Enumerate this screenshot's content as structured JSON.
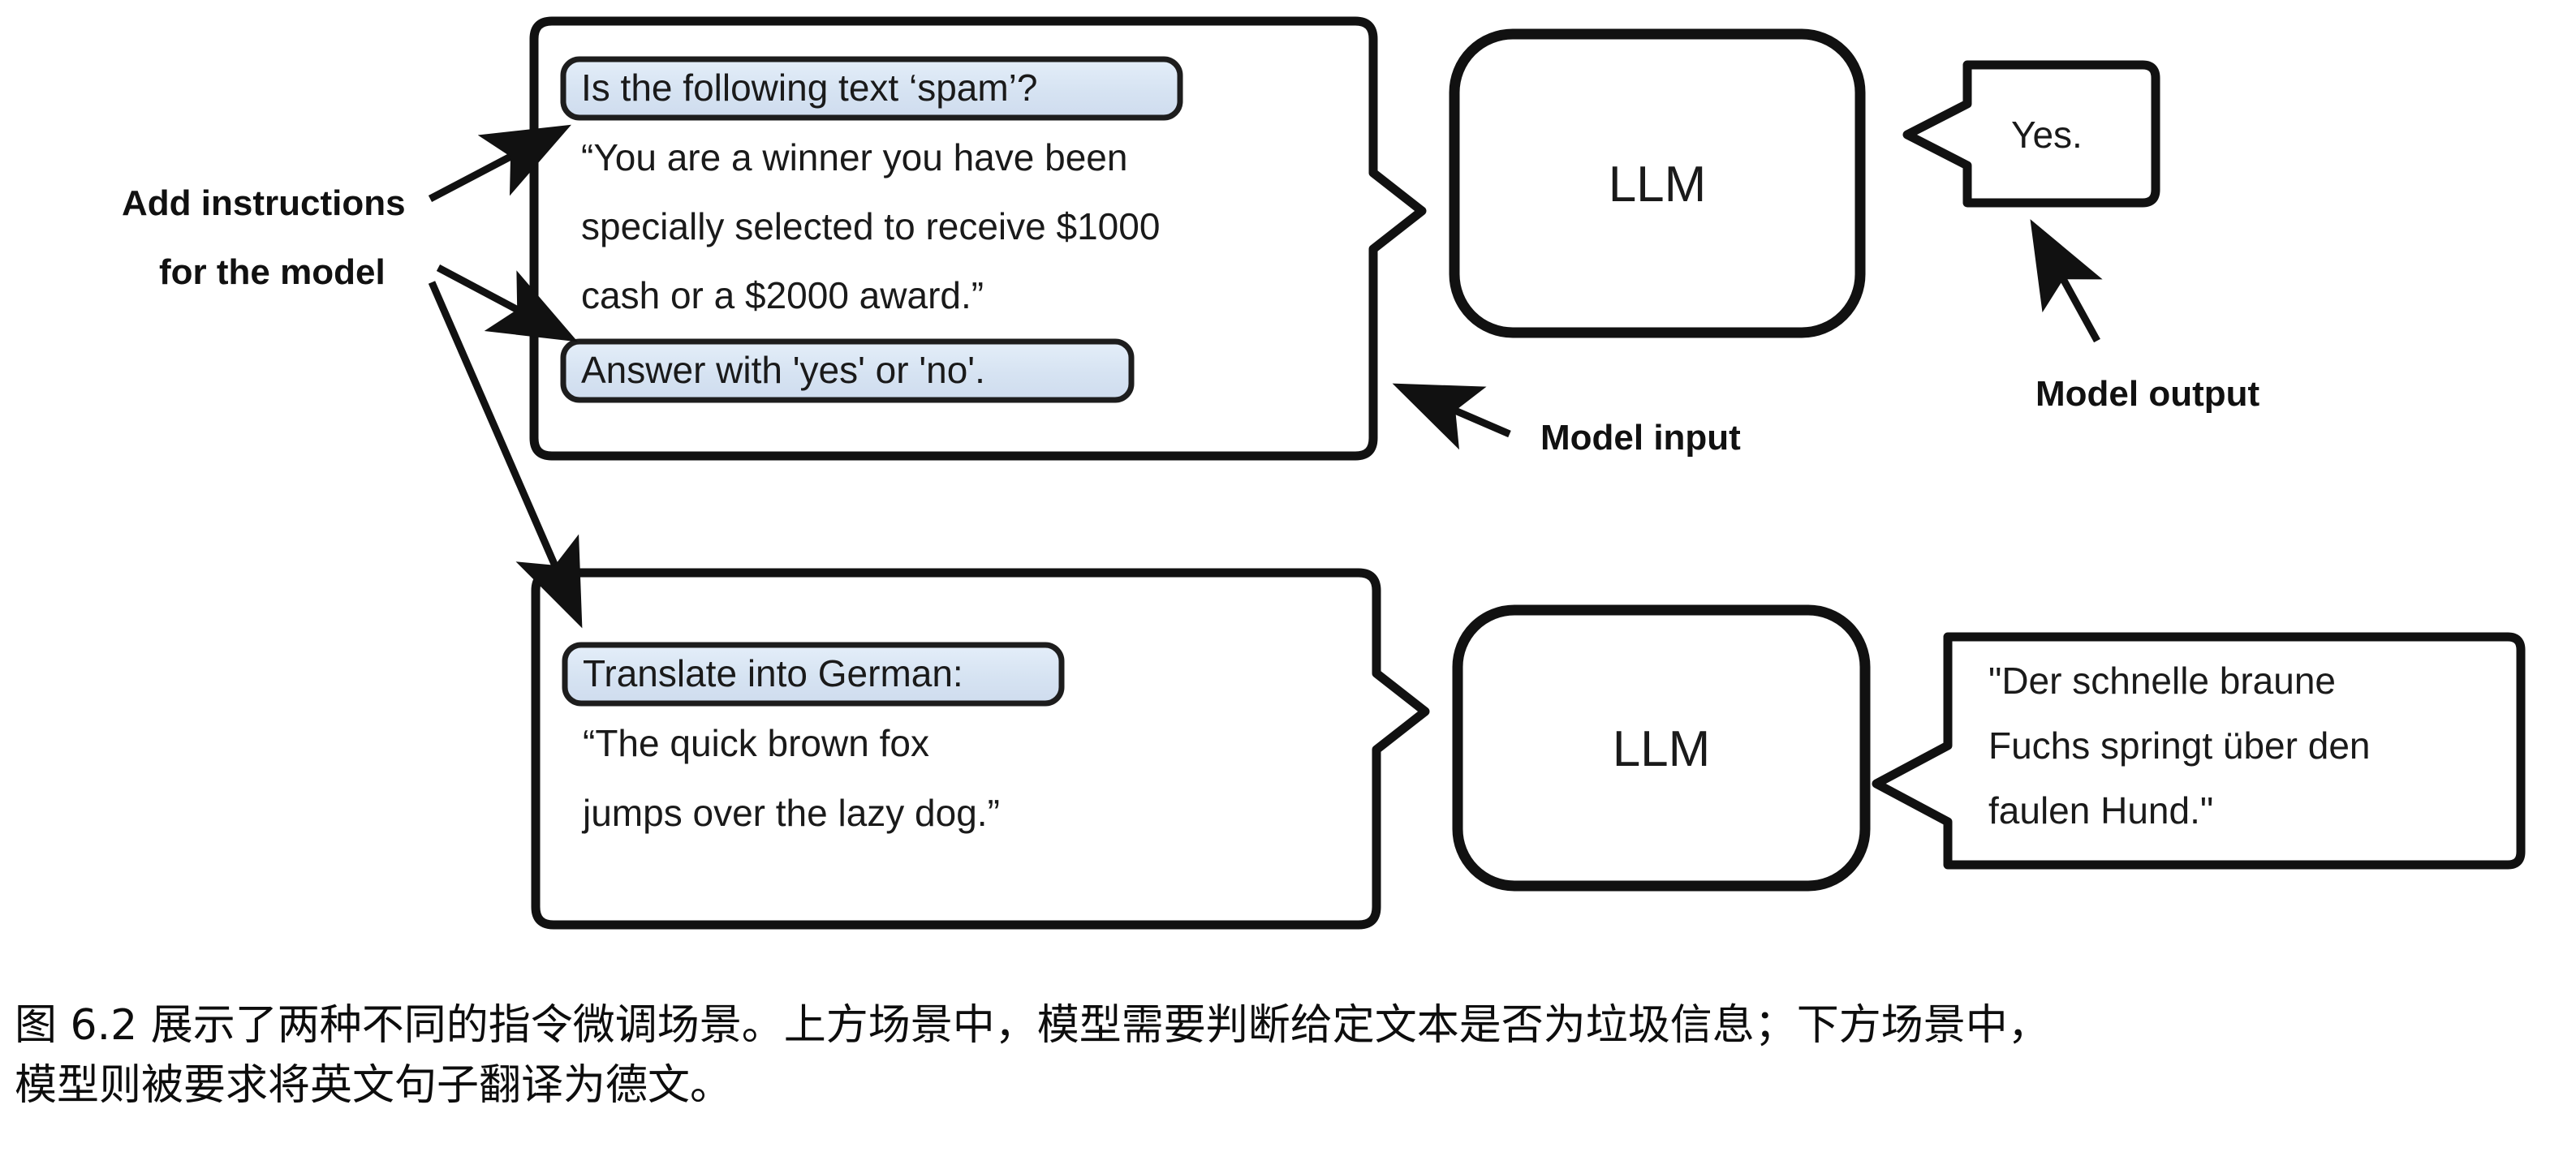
{
  "figure": {
    "left_label": {
      "line1": "Add instructions",
      "line2": "for the model"
    },
    "annotation_input": "Model input",
    "annotation_output": "Model output",
    "scenario_spam": {
      "instruction_top": "Is the following text ‘spam’?",
      "body_line1": "“You are a winner you have been",
      "body_line2": "specially selected to receive $1000",
      "body_line3": "cash or a $2000 award.”",
      "instruction_bottom": "Answer with 'yes' or 'no'.",
      "model_name": "LLM",
      "output": "Yes."
    },
    "scenario_translate": {
      "instruction_top": "Translate into German:",
      "body_line1": "“The quick brown fox",
      "body_line2": "jumps over the lazy dog.”",
      "model_name": "LLM",
      "output_line1": "\"Der schnelle braune",
      "output_line2": "Fuchs springt über den",
      "output_line3": "faulen Hund.\""
    },
    "colors": {
      "highlight_fill": "#d7e4f3",
      "highlight_stroke": "#1a1a1a",
      "stroke": "#111111",
      "background": "#ffffff"
    }
  },
  "caption": {
    "line1": "图 6.2 展示了两种不同的指令微调场景。上方场景中，模型需要判断给定文本是否为垃圾信息；下方场景中，",
    "line2": "模型则被要求将英文句子翻译为德文。"
  }
}
